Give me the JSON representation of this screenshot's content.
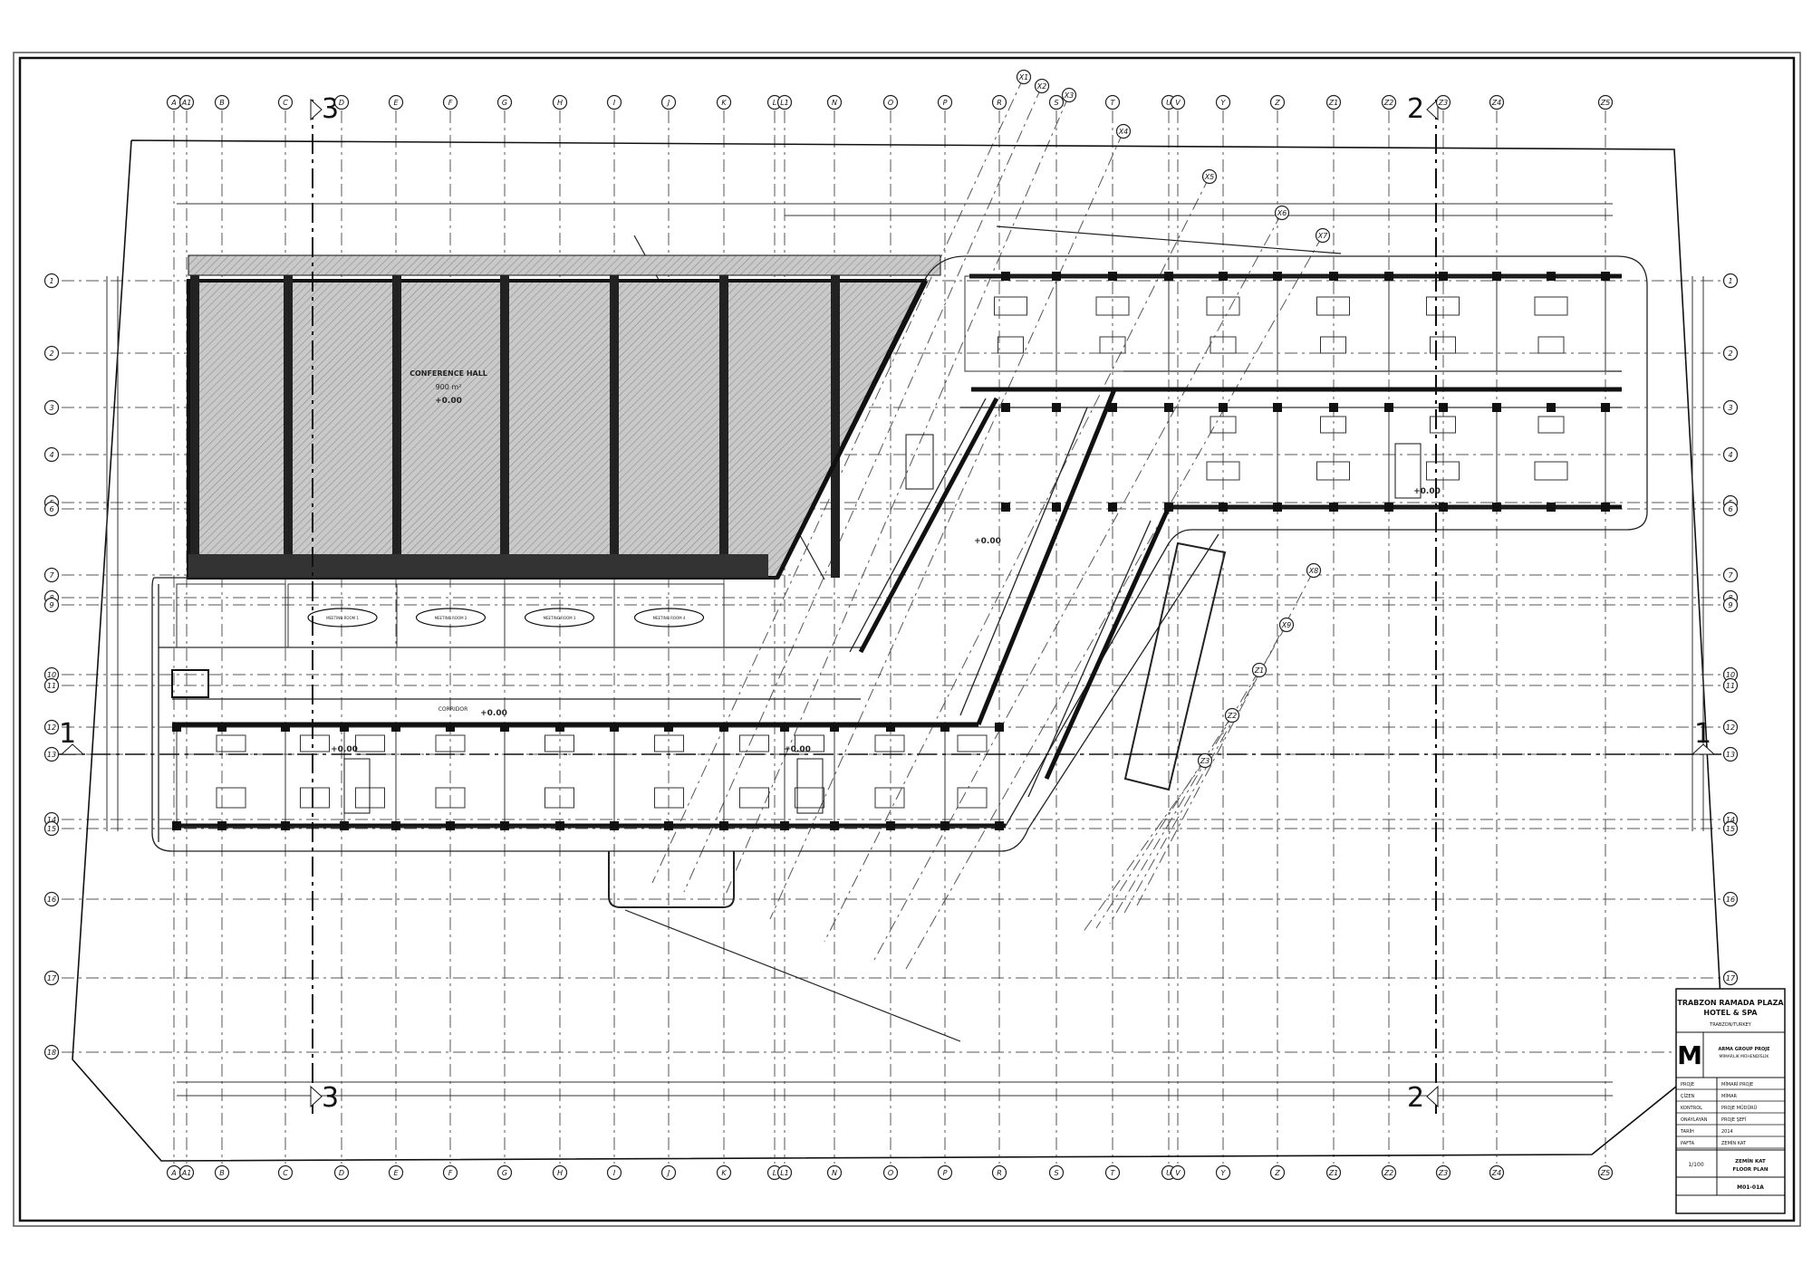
{
  "drawing": {
    "col_grid_top": [
      "A",
      "A1",
      "B",
      "C",
      "D",
      "E",
      "F",
      "G",
      "H",
      "I",
      "J",
      "K",
      "L",
      "L1",
      "N",
      "O",
      "P",
      "R",
      "S",
      "T",
      "U",
      "V",
      "Y",
      "Z",
      "Z1",
      "Z2",
      "Z3",
      "Z4",
      "Z5"
    ],
    "col_grid_bottom": [
      "A",
      "A1",
      "B",
      "C",
      "D",
      "E",
      "F",
      "G",
      "H",
      "I",
      "J",
      "K",
      "L",
      "L1",
      "N",
      "O",
      "P",
      "R",
      "S",
      "T",
      "U",
      "V",
      "Y",
      "Z",
      "Z1",
      "Z2",
      "Z3",
      "Z4",
      "Z5"
    ],
    "row_grid": [
      "1",
      "2",
      "3",
      "4",
      "5",
      "6",
      "7",
      "8",
      "9",
      "10",
      "11",
      "12",
      "13",
      "14",
      "15",
      "16",
      "17",
      "18"
    ],
    "angled_grid": [
      "X1",
      "X2",
      "X3",
      "X4",
      "X5",
      "X6",
      "X7",
      "X8",
      "X9",
      "Z1",
      "Z2",
      "Z3"
    ],
    "section_markers": {
      "left": "1",
      "right": "1",
      "top_a": "3",
      "top_b": "2",
      "bottom_a": "3",
      "bottom_b": "2"
    },
    "conference_hall": {
      "title": "CONFERENCE HALL",
      "area": "900 m²",
      "level": "+0.00"
    },
    "meeting_rooms": [
      "MEETING ROOM 1",
      "MEETING ROOM 2",
      "MEETING ROOM 3",
      "MEETING ROOM 4"
    ],
    "level_marks": [
      "+0.00",
      "+0.00",
      "+0.00",
      "+0.00",
      "+0.00"
    ],
    "corridor_label": "CORRIDOR"
  },
  "title_block": {
    "project_line1": "TRABZON RAMADA PLAZA",
    "project_line2": "HOTEL & SPA",
    "location": "TRABZON/TURKEY",
    "logo_letter": "M",
    "firm_line1": "ARMA GROUP PROJE",
    "firm_line2": "MİMARLIK MÜHENDİSLİK",
    "rows": [
      {
        "key": "PROJE",
        "value": "MİMARİ PROJE"
      },
      {
        "key": "ÇİZEN",
        "value": "MİMAR"
      },
      {
        "key": "KONTROL",
        "value": "PROJE MÜDÜRÜ"
      },
      {
        "key": "ONAYLAYAN",
        "value": "PROJE ŞEFİ"
      },
      {
        "key": "TARİH",
        "value": "2014"
      },
      {
        "key": "PAFTA",
        "value": "ZEMİN KAT"
      }
    ],
    "scale": "1/100",
    "sheet_title_line1": "ZEMİN KAT",
    "sheet_title_line2": "FLOOR PLAN",
    "sheet_no": "M01-01A"
  }
}
